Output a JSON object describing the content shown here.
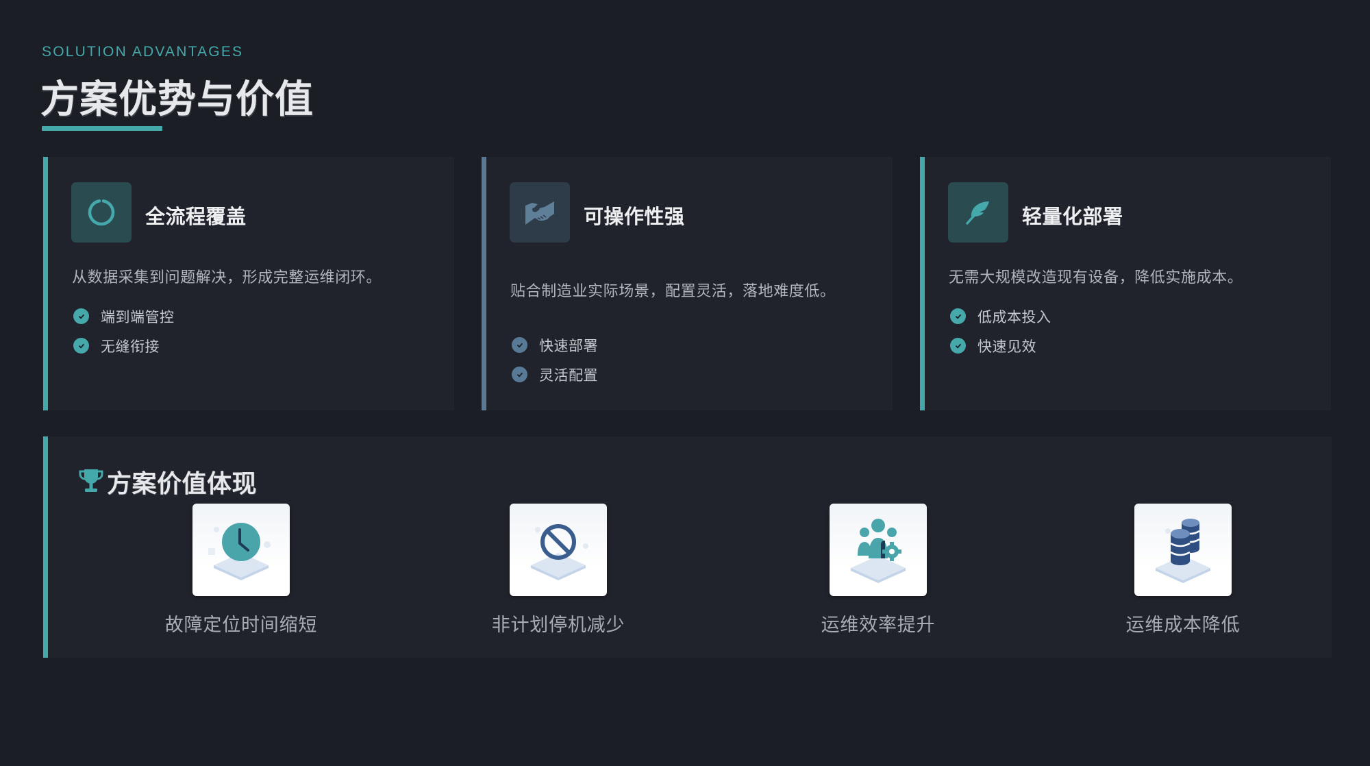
{
  "header": {
    "subtitle": "SOLUTION ADVANTAGES",
    "title": "方案优势与价值"
  },
  "colors": {
    "background": "#1b1e25",
    "card_background": "#20232b",
    "accent_teal": "#45a8ab",
    "accent_blue": "#587a96",
    "text_primary": "#eeeff1",
    "text_secondary": "#b3b6bc"
  },
  "advantages": [
    {
      "icon": "circle-notch-icon",
      "accent": "teal",
      "title": "全流程覆盖",
      "description": "从数据采集到问题解决，形成完整运维闭环。",
      "features": [
        "端到端管控",
        "无缝衔接"
      ]
    },
    {
      "icon": "handshake-icon",
      "accent": "blue",
      "title": "可操作性强",
      "description": "贴合制造业实际场景，配置灵活，落地难度低。",
      "features": [
        "快速部署",
        "灵活配置"
      ]
    },
    {
      "icon": "feather-icon",
      "accent": "teal",
      "title": "轻量化部署",
      "description": "无需大规模改造现有设备，降低实施成本。",
      "features": [
        "低成本投入",
        "快速见效"
      ]
    }
  ],
  "values": {
    "icon": "trophy-icon",
    "title": "方案价值体现",
    "items": [
      {
        "icon": "clock-icon",
        "label": "故障定位时间缩短"
      },
      {
        "icon": "ban-icon",
        "label": "非计划停机减少"
      },
      {
        "icon": "team-gear-icon",
        "label": "运维效率提升"
      },
      {
        "icon": "coin-stack-icon",
        "label": "运维成本降低"
      }
    ]
  }
}
